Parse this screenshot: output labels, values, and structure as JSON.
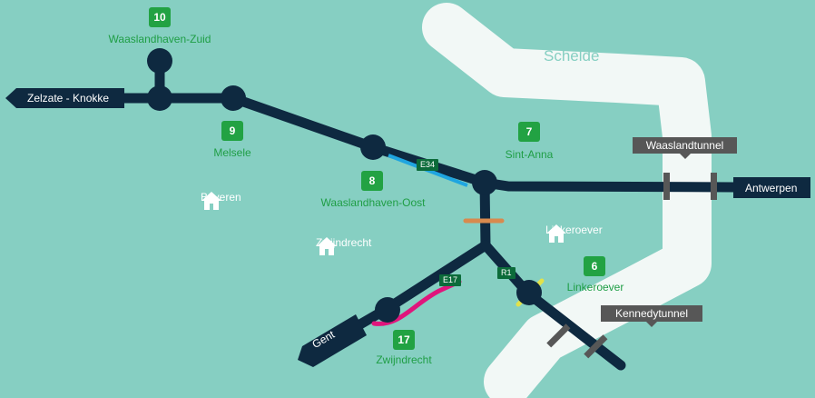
{
  "river": {
    "name": "Schelde"
  },
  "exits": [
    {
      "number": "10",
      "name": "Waaslandhaven-Zuid"
    },
    {
      "number": "9",
      "name": "Melsele"
    },
    {
      "number": "8",
      "name": "Waaslandhaven-Oost"
    },
    {
      "number": "7",
      "name": "Sint-Anna"
    },
    {
      "number": "6",
      "name": "Linkeroever"
    },
    {
      "number": "17",
      "name": "Zwijndrecht"
    }
  ],
  "roads": {
    "e34": "E34",
    "e17": "E17",
    "r1": "R1"
  },
  "places": {
    "beveren": "Beveren",
    "zwijndrecht": "Zwijndrecht",
    "linkeroever": "Linkeroever"
  },
  "tunnels": {
    "waasland": "Waaslandtunnel",
    "kennedy": "Kennedytunnel"
  },
  "destinations": {
    "west": "Zelzate - Knokke",
    "east": "Antwerpen",
    "south": "Gent"
  },
  "colors": {
    "background": "#86cfc2",
    "river": "#f2f8f6",
    "road": "#0e2940",
    "exit_badge": "#22a243",
    "exit_text": "#1f9e45",
    "road_tag": "#0c6b3a",
    "highlight_blue": "#1fa5e0",
    "highlight_magenta": "#e0157c",
    "highlight_orange": "#d88a4e",
    "highlight_yellow": "#e2e24a",
    "tunnel": "#575757"
  },
  "icons": {
    "place": "house-icon"
  }
}
